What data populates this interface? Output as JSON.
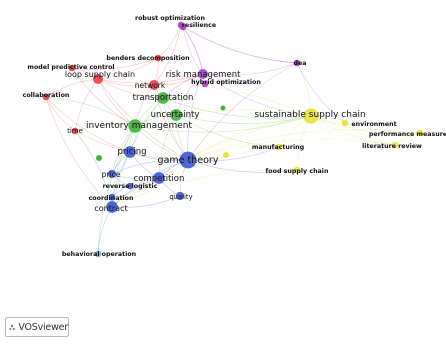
{
  "map": {
    "colors": {
      "red": "#e8424a",
      "green": "#43b33f",
      "blue": "#3f5bd4",
      "yellow": "#e6e23a",
      "purple": "#a742c8",
      "cyan": "#4fc2d6"
    },
    "nodes": [
      {
        "label": "robust optimization",
        "cluster": "purple",
        "weight": 2
      },
      {
        "label": "resilience",
        "cluster": "purple",
        "weight": 2
      },
      {
        "label": "benders decomposition",
        "cluster": "red",
        "weight": 2
      },
      {
        "label": "model predictive control",
        "cluster": "red",
        "weight": 2
      },
      {
        "label": "loop supply chain",
        "cluster": "red",
        "weight": 4
      },
      {
        "label": "collaboration",
        "cluster": "red",
        "weight": 2
      },
      {
        "label": "network",
        "cluster": "red",
        "weight": 4
      },
      {
        "label": "risk management",
        "cluster": "purple",
        "weight": 4
      },
      {
        "label": "hybrid optimization",
        "cluster": "purple",
        "weight": 2
      },
      {
        "label": "dea",
        "cluster": "purple",
        "weight": 2
      },
      {
        "label": "transportation",
        "cluster": "green",
        "weight": 5
      },
      {
        "label": "uncertainty",
        "cluster": "green",
        "weight": 5
      },
      {
        "label": "inventory management",
        "cluster": "green",
        "weight": 6
      },
      {
        "label": "time",
        "cluster": "red",
        "weight": 2
      },
      {
        "label": "sustainable supply chain",
        "cluster": "yellow",
        "weight": 7
      },
      {
        "label": "environment",
        "cluster": "yellow",
        "weight": 2
      },
      {
        "label": "performance measure",
        "cluster": "yellow",
        "weight": 2
      },
      {
        "label": "literature review",
        "cluster": "yellow",
        "weight": 2
      },
      {
        "label": "manufacturing",
        "cluster": "yellow",
        "weight": 2
      },
      {
        "label": "food supply chain",
        "cluster": "yellow",
        "weight": 2
      },
      {
        "label": "pricing",
        "cluster": "blue",
        "weight": 5
      },
      {
        "label": "game theory",
        "cluster": "blue",
        "weight": 8
      },
      {
        "label": "price",
        "cluster": "blue",
        "weight": 3
      },
      {
        "label": "competition",
        "cluster": "blue",
        "weight": 5
      },
      {
        "label": "reverse logistic",
        "cluster": "blue",
        "weight": 2
      },
      {
        "label": "coordination",
        "cluster": "blue",
        "weight": 2
      },
      {
        "label": "contract",
        "cluster": "blue",
        "weight": 5
      },
      {
        "label": "quality",
        "cluster": "blue",
        "weight": 3
      },
      {
        "label": "behavioral operation",
        "cluster": "cyan",
        "weight": 2
      }
    ]
  },
  "footer": {
    "brand_label": "VOSviewer",
    "brand_icon": "vosviewer-logo-icon"
  }
}
